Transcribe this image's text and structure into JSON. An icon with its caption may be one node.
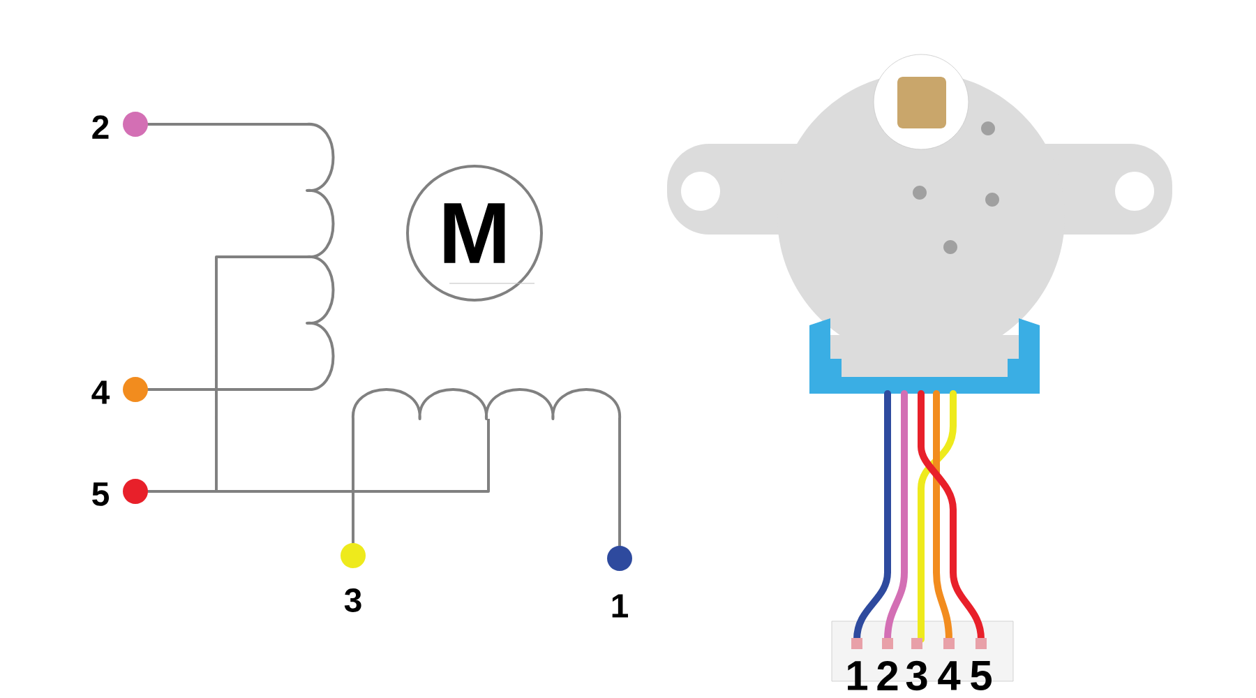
{
  "diagram": {
    "nodes": [
      {
        "text": [],
        "shape": "circle",
        "beside": [
          "2"
        ]
      },
      {
        "text": [],
        "shape": "circle",
        "beside": [
          "4"
        ]
      },
      {
        "text": [],
        "shape": "circle",
        "beside": [
          "5"
        ]
      },
      {
        "text": [],
        "shape": "circle",
        "beside": [
          "3"
        ]
      },
      {
        "text": [],
        "shape": "circle",
        "beside": [
          "1"
        ]
      },
      {
        "text": [
          "M"
        ]
      }
    ],
    "labels": [
      "1",
      "2",
      "3",
      "4",
      "5"
    ]
  }
}
